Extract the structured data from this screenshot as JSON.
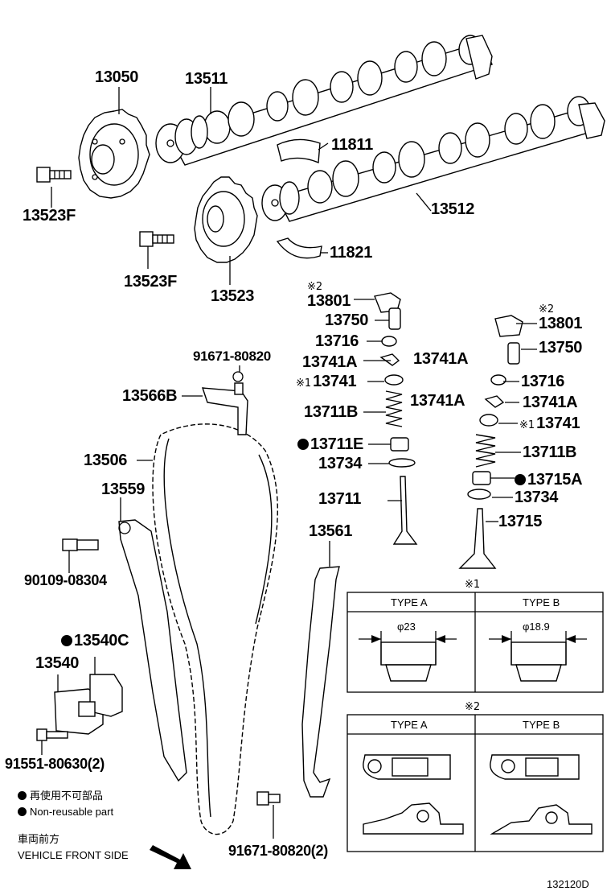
{
  "parts": {
    "p13050": "13050",
    "p13511": "13511",
    "p11811": "11811",
    "p13523F_a": "13523F",
    "p13512": "13512",
    "p13523F_b": "13523F",
    "p11821": "11821",
    "p13523": "13523",
    "p13801_l": "13801",
    "p13750_l": "13750",
    "p13716_l": "13716",
    "p13741A_l1": "13741A",
    "p13741A_l2": "13741A",
    "p13741_l": "13741",
    "p13711B_l": "13711B",
    "p13711E": "13711E",
    "p13734_l": "13734",
    "p13711": "13711",
    "p13801_r": "13801",
    "p13750_r": "13750",
    "p13716_r": "13716",
    "p13741A_r1": "13741A",
    "p13741A_r2": "13741A",
    "p13741_r": "13741",
    "p13711B_r": "13711B",
    "p13715A": "13715A",
    "p13734_r": "13734",
    "p13715": "13715",
    "p91671_top": "91671-80820",
    "p13566B": "13566B",
    "p13506": "13506",
    "p13559": "13559",
    "p90109": "90109-08304",
    "p13561": "13561",
    "p13540C": "13540C",
    "p13540": "13540",
    "p91551": "91551-80630(2)",
    "p91671_bot": "91671-80820(2)"
  },
  "marks": {
    "note1": "※1",
    "note2": "※2"
  },
  "table1": {
    "mark": "※1",
    "col_a": "TYPE A",
    "col_b": "TYPE B",
    "dim_a": "φ23",
    "dim_b": "φ18.9"
  },
  "table2": {
    "mark": "※2",
    "col_a": "TYPE A",
    "col_b": "TYPE B"
  },
  "legend": {
    "jp": "再使用不可部品",
    "en": "Non-reusable part"
  },
  "front": {
    "jp": "車両前方",
    "en": "VEHICLE FRONT SIDE"
  },
  "diagram_id": "132120D"
}
